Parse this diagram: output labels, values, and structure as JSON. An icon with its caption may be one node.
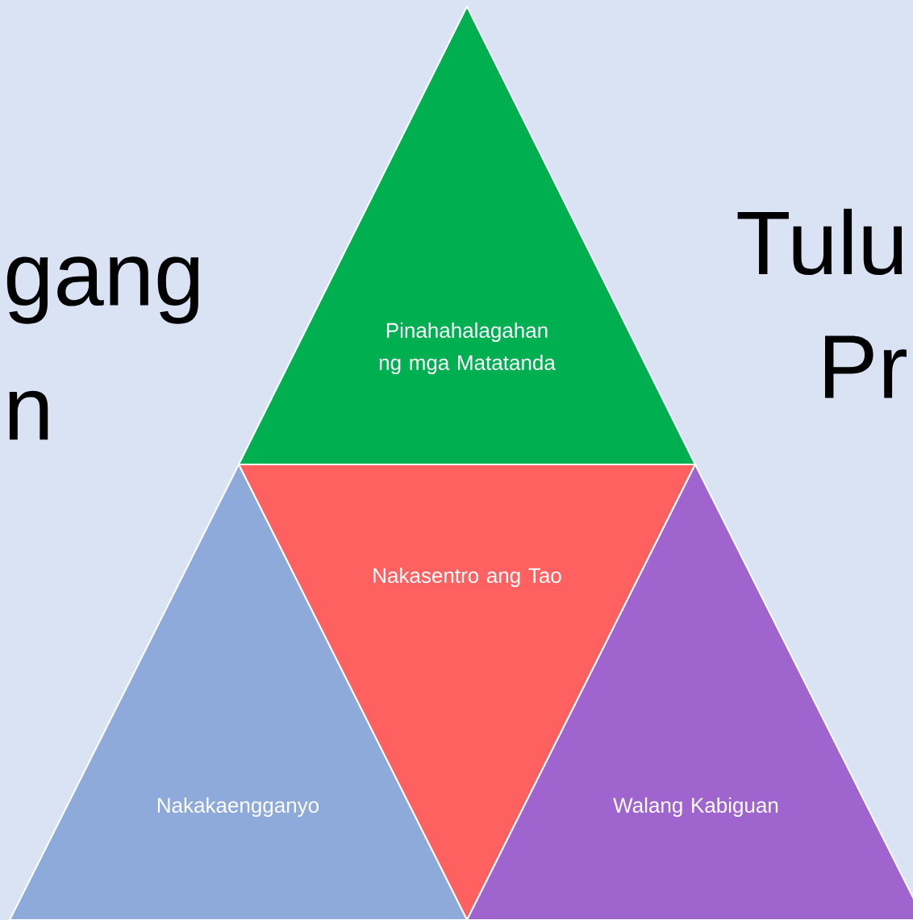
{
  "diagram": {
    "nodes": [
      {
        "text": [
          "Pinahahalagahan ng mga Matatanda"
        ]
      },
      {
        "text": [
          "Nakasentro ang Tao"
        ]
      },
      {
        "text": [
          "Nakakaengganyo"
        ]
      },
      {
        "text": [
          "Walang Kabiguan"
        ]
      }
    ],
    "labels": [
      "gang",
      "n",
      "Tulu",
      "Pr"
    ]
  }
}
